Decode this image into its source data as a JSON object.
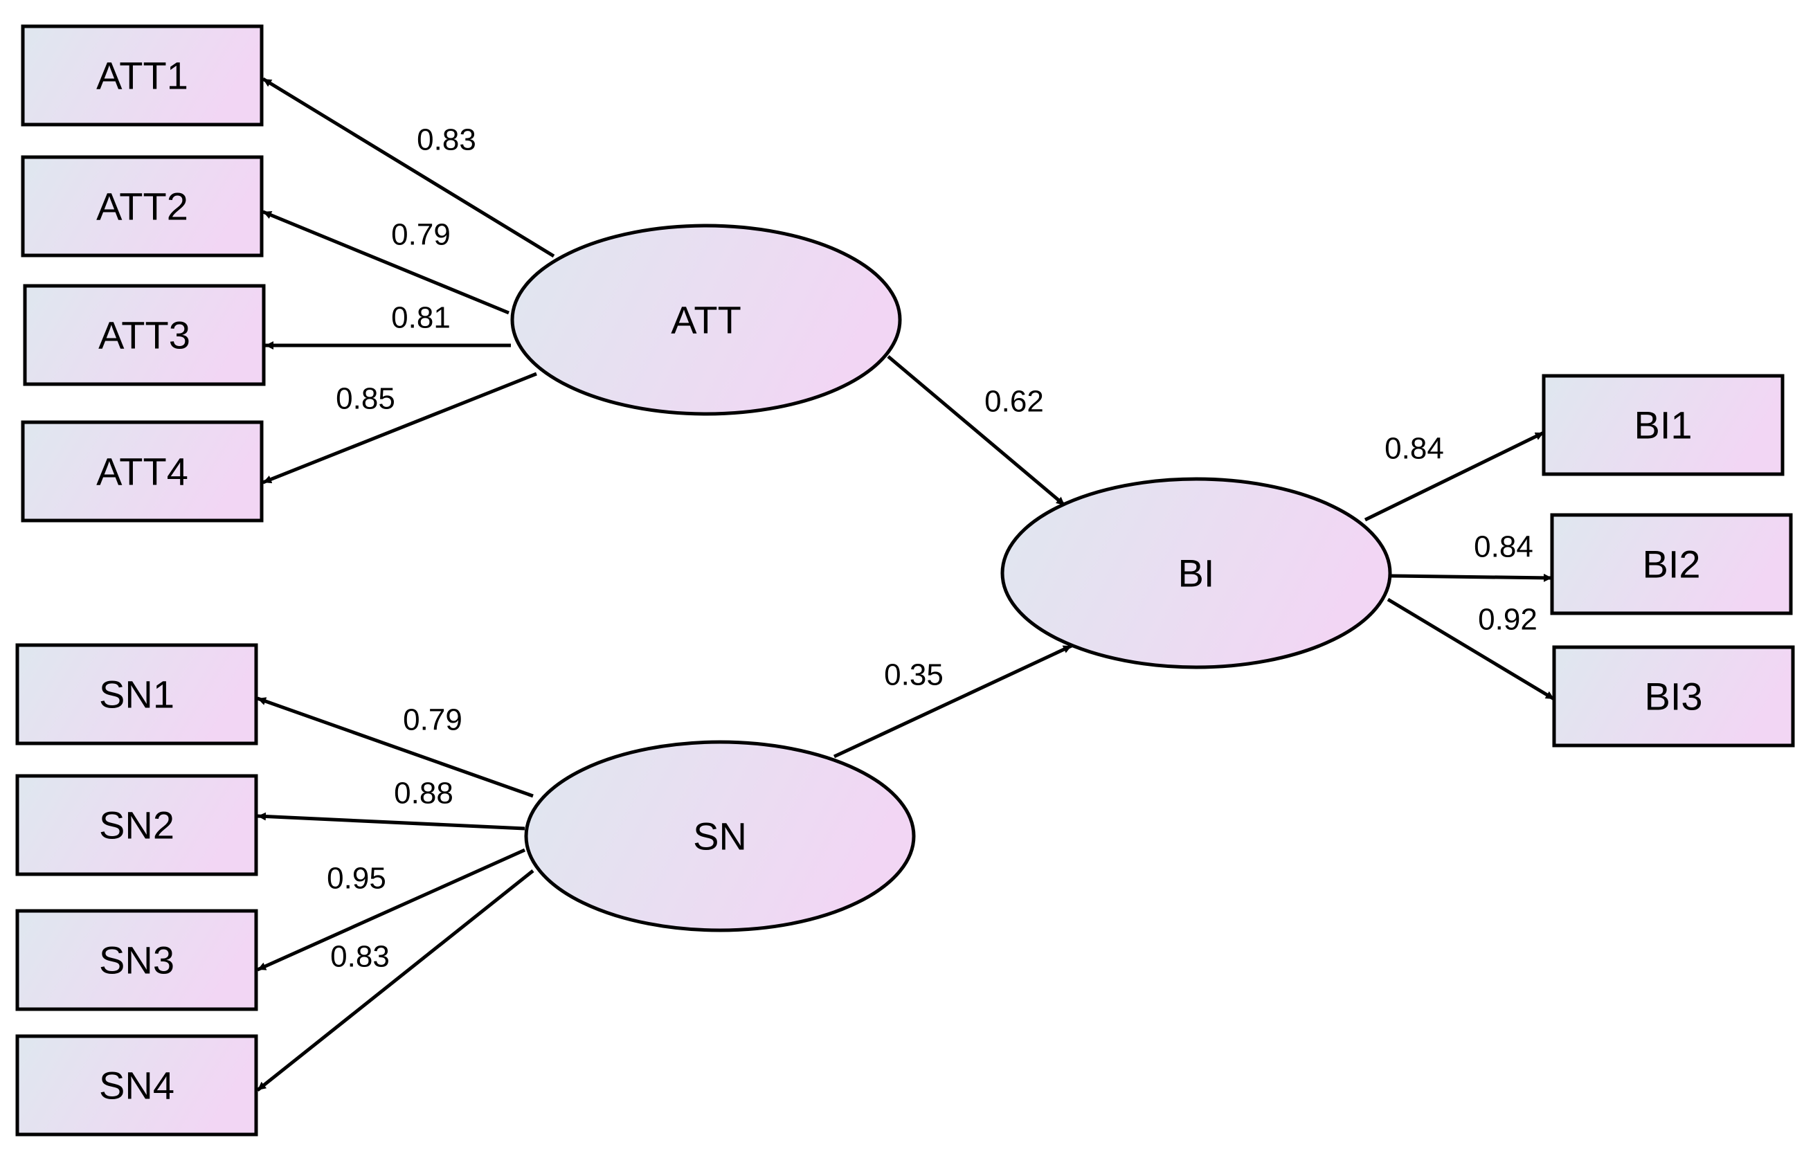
{
  "diagram": {
    "colors": {
      "fill_start": "#dfe7ef",
      "fill_end": "#f2d6f4",
      "stroke": "#000000",
      "text": "#000000"
    },
    "latent": [
      {
        "id": "ATT",
        "label": "ATT"
      },
      {
        "id": "SN",
        "label": "SN"
      },
      {
        "id": "BI",
        "label": "BI"
      }
    ],
    "indicators": [
      {
        "id": "ATT1",
        "label": "ATT1"
      },
      {
        "id": "ATT2",
        "label": "ATT2"
      },
      {
        "id": "ATT3",
        "label": "ATT3"
      },
      {
        "id": "ATT4",
        "label": "ATT4"
      },
      {
        "id": "SN1",
        "label": "SN1"
      },
      {
        "id": "SN2",
        "label": "SN2"
      },
      {
        "id": "SN3",
        "label": "SN3"
      },
      {
        "id": "SN4",
        "label": "SN4"
      },
      {
        "id": "BI1",
        "label": "BI1"
      },
      {
        "id": "BI2",
        "label": "BI2"
      },
      {
        "id": "BI3",
        "label": "BI3"
      }
    ],
    "paths": [
      {
        "from": "ATT",
        "to": "ATT1",
        "label": "0.83"
      },
      {
        "from": "ATT",
        "to": "ATT2",
        "label": "0.79"
      },
      {
        "from": "ATT",
        "to": "ATT3",
        "label": "0.81"
      },
      {
        "from": "ATT",
        "to": "ATT4",
        "label": "0.85"
      },
      {
        "from": "SN",
        "to": "SN1",
        "label": "0.79"
      },
      {
        "from": "SN",
        "to": "SN2",
        "label": "0.88"
      },
      {
        "from": "SN",
        "to": "SN3",
        "label": "0.95"
      },
      {
        "from": "SN",
        "to": "SN4",
        "label": "0.83"
      },
      {
        "from": "ATT",
        "to": "BI",
        "label": "0.62"
      },
      {
        "from": "SN",
        "to": "BI",
        "label": "0.35"
      },
      {
        "from": "BI",
        "to": "BI1",
        "label": "0.84"
      },
      {
        "from": "BI",
        "to": "BI2",
        "label": "0.84"
      },
      {
        "from": "BI",
        "to": "BI3",
        "label": "0.92"
      }
    ]
  }
}
